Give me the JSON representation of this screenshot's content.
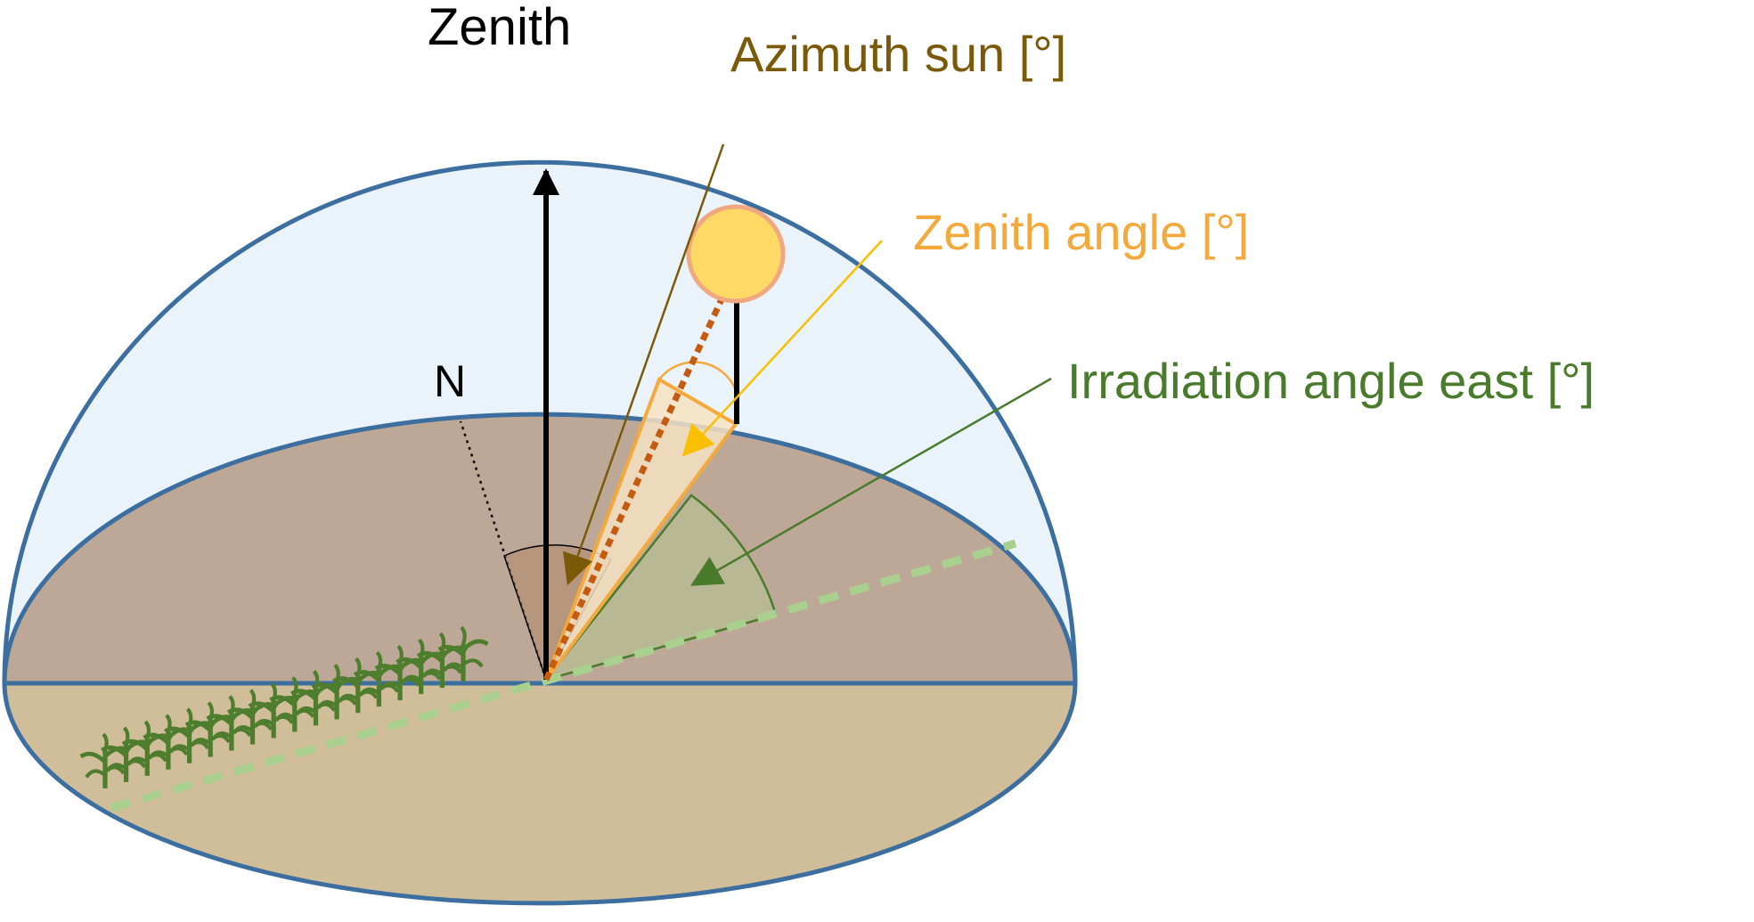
{
  "labels": {
    "zenith": "Zenith",
    "north": "N",
    "azimuth_sun": "Azimuth sun [°]",
    "zenith_angle": "Zenith angle [°]",
    "irradiation_angle_east": "Irradiation angle east [°]"
  },
  "colors": {
    "background": "#ffffff",
    "dome_outline": "#3c6e9f",
    "sky": "#eaf3fa",
    "horizon_disk": "#bda898",
    "ground": "#d0bd9a",
    "zenith_arrow": "#000000",
    "azimuth": "#7a5a08",
    "zenith_angle": "#f3a93c",
    "zenith_angle_arrow": "#f8c000",
    "sun_fill": "#ffd966",
    "sun_outline": "#f0a880",
    "sun_ray": "#c55a11",
    "irradiation": "#4a7a2c",
    "crop_row_line": "#a9d08e",
    "crop": "#4f7d2e"
  }
}
